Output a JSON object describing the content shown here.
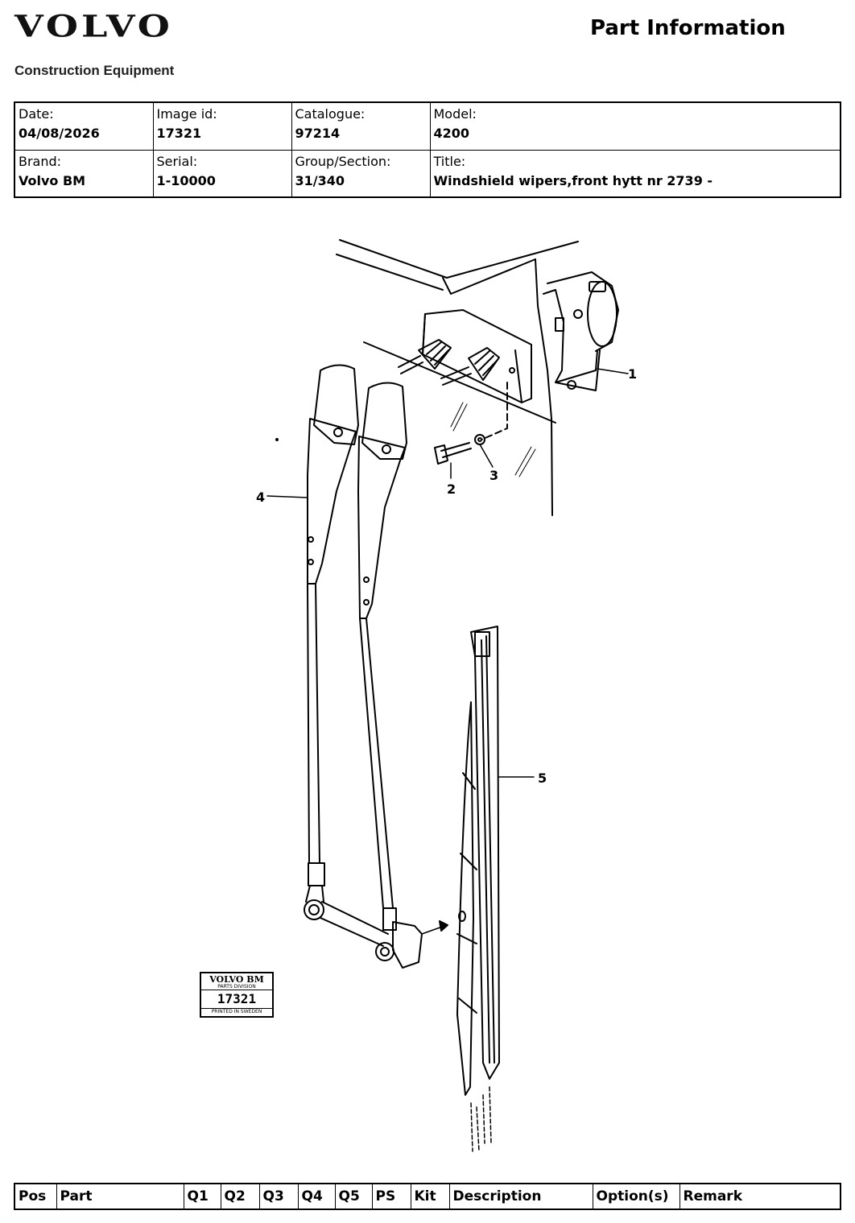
{
  "header": {
    "logo_text": "VOLVO",
    "subbrand": "Construction Equipment",
    "doc_title": "Part Information"
  },
  "info": {
    "date_label": "Date:",
    "date": "04/08/2026",
    "image_id_label": "Image id:",
    "image_id": "17321",
    "catalogue_label": "Catalogue:",
    "catalogue": "97214",
    "model_label": "Model:",
    "model": "4200",
    "brand_label": "Brand:",
    "brand": "Volvo BM",
    "serial_label": "Serial:",
    "serial": "1-10000",
    "group_label": "Group/Section:",
    "group": "31/340",
    "title_label": "Title:",
    "title": "Windshield wipers,front hytt nr 2739 -"
  },
  "callouts": {
    "c1": "1",
    "c2": "2",
    "c3": "3",
    "c4": "4",
    "c5": "5"
  },
  "stamp": {
    "brand": "VOLVO BM",
    "division": "PARTS DIVISION",
    "number": "17321",
    "footer": "PRINTED IN SWEDEN"
  },
  "parts_table": {
    "headers": [
      "Pos",
      "Part",
      "Q1",
      "Q2",
      "Q3",
      "Q4",
      "Q5",
      "PS",
      "Kit",
      "Description",
      "Option(s)",
      "Remark"
    ]
  }
}
